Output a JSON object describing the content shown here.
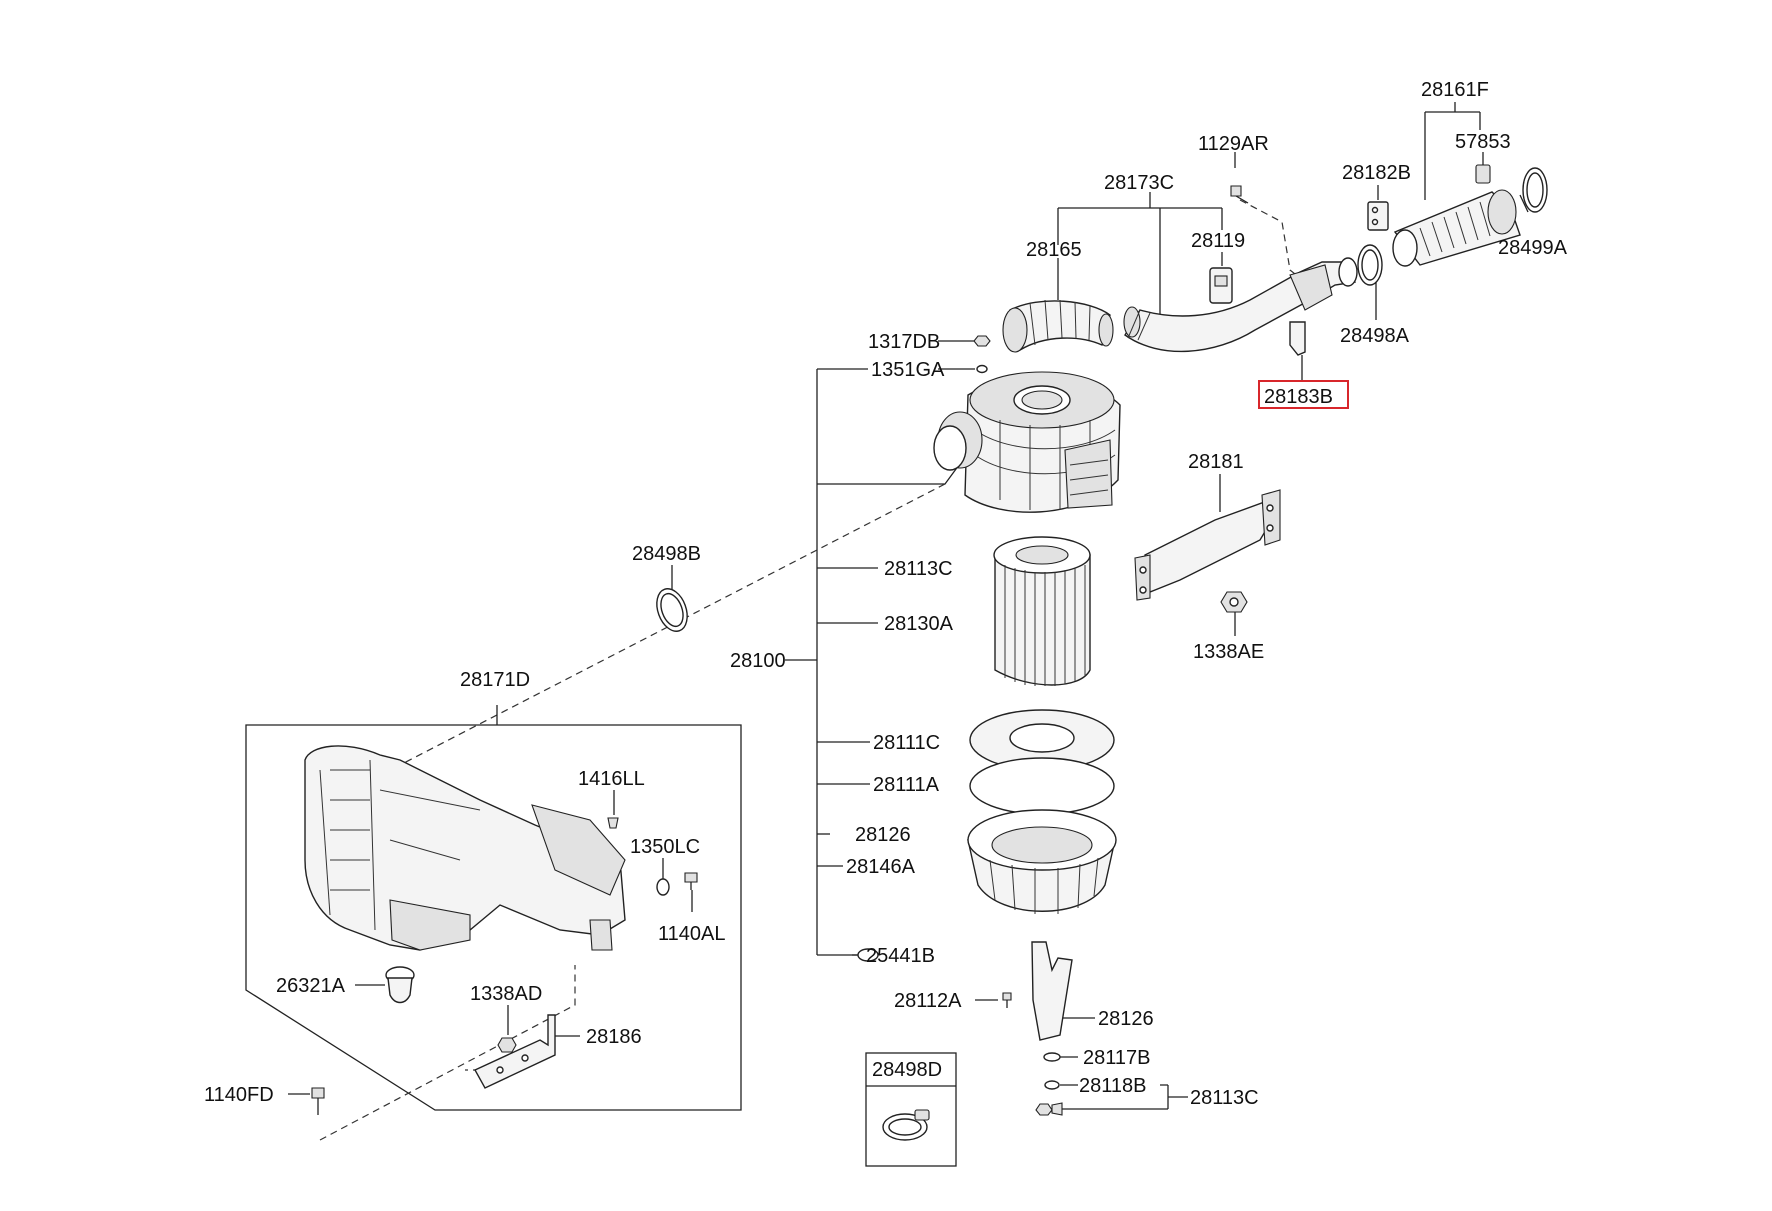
{
  "labels": {
    "p28161F": "28161F",
    "p57853": "57853",
    "p1129AR": "1129AR",
    "p28182B": "28182B",
    "p28173C": "28173C",
    "p28499A": "28499A",
    "p28165": "28165",
    "p28119": "28119",
    "p28498A": "28498A",
    "p1317DB": "1317DB",
    "p1351GA": "1351GA",
    "p28183B": "28183B",
    "p28181": "28181",
    "p28498B": "28498B",
    "p28113C_top": "28113C",
    "p28130A": "28130A",
    "p1338AE": "1338AE",
    "p28100": "28100",
    "p28171D": "28171D",
    "p28111C": "28111C",
    "p28111A": "28111A",
    "p1416LL": "1416LL",
    "p28126_a": "28126",
    "p1350LC": "1350LC",
    "p28146A": "28146A",
    "p1140AL": "1140AL",
    "p25441B": "25441B",
    "p26321A": "26321A",
    "p1338AD": "1338AD",
    "p28112A": "28112A",
    "p28126_b": "28126",
    "p28186": "28186",
    "p28498D": "28498D",
    "p28117B": "28117B",
    "p1140FD": "1140FD",
    "p28118B": "28118B",
    "p28113C_bottom": "28113C"
  },
  "colors": {
    "highlight": "#d8262b",
    "line": "#222222"
  }
}
